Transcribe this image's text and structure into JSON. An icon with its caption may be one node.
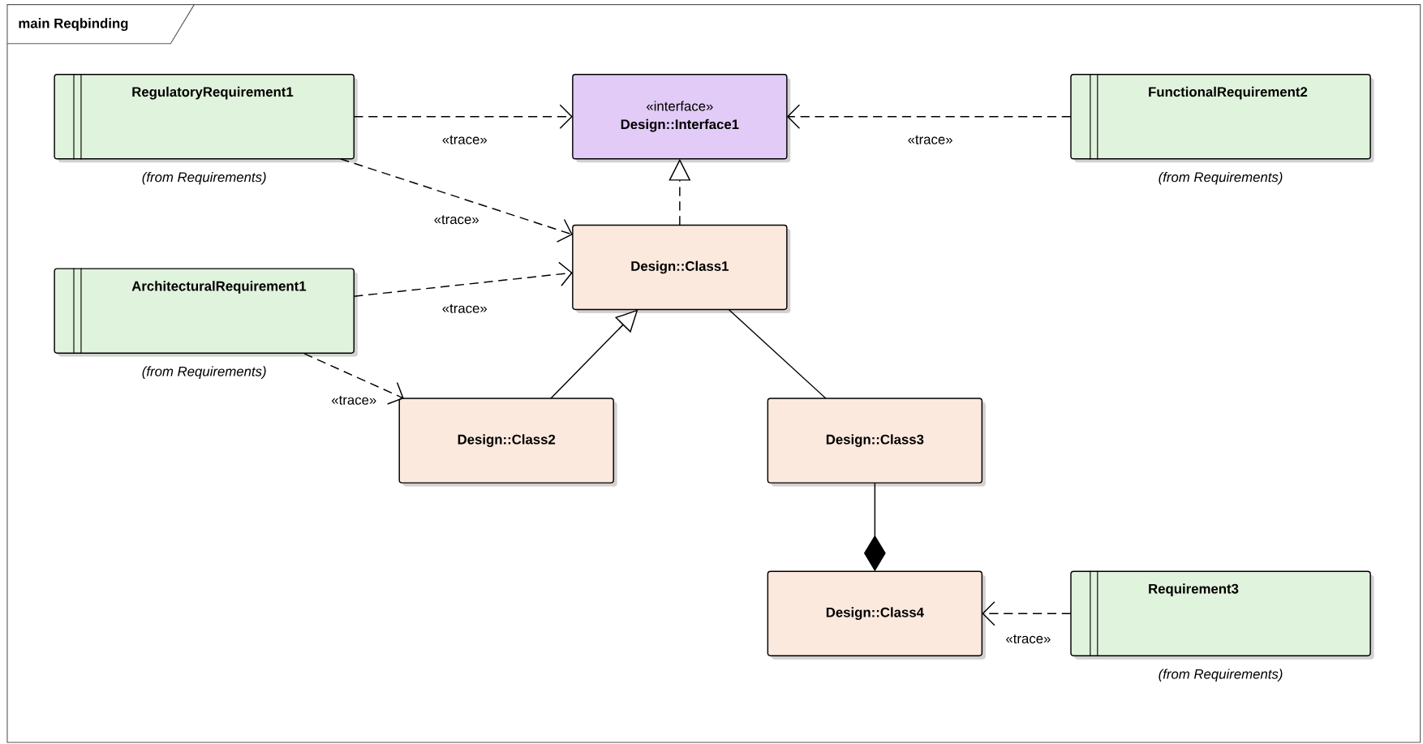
{
  "diagram": {
    "title": "main Reqbinding",
    "nodes": [
      {
        "text": [
          "RegulatoryRequirement1"
        ],
        "beside": [
          "(from Requirements)"
        ]
      },
      {
        "text": [
          "«interface»",
          "Design::Interface1"
        ]
      },
      {
        "text": [
          "FunctionalRequirement2"
        ],
        "beside": [
          "(from Requirements)"
        ]
      },
      {
        "text": [
          "Design::Class1"
        ]
      },
      {
        "text": [
          "ArchitecturalRequirement1"
        ],
        "beside": [
          "(from Requirements)"
        ]
      },
      {
        "text": [
          "Design::Class2"
        ]
      },
      {
        "text": [
          "Design::Class3"
        ]
      },
      {
        "text": [
          "Design::Class4"
        ]
      },
      {
        "text": [
          "Requirement3"
        ],
        "beside": [
          "(from Requirements)"
        ]
      }
    ],
    "edges": [
      {
        "from": 0,
        "to": 1,
        "arrow": "to",
        "label": "«trace»",
        "style": "dashed"
      },
      {
        "from": 2,
        "to": 1,
        "arrow": "to",
        "label": "«trace»",
        "style": "dashed"
      },
      {
        "from": 0,
        "to": 3,
        "arrow": "to",
        "label": "«trace»",
        "style": "dashed"
      },
      {
        "from": 4,
        "to": 3,
        "arrow": "to",
        "label": "«trace»",
        "style": "dashed"
      },
      {
        "from": 4,
        "to": 5,
        "arrow": "to",
        "label": "«trace»",
        "style": "dashed"
      },
      {
        "from": 3,
        "to": 1,
        "arrow": "to",
        "style": "dashed"
      },
      {
        "from": 5,
        "to": 3,
        "arrow": "to"
      },
      {
        "from": 3,
        "to": 6,
        "arrow": "none"
      },
      {
        "from": 6,
        "to": 7,
        "arrow": "other"
      },
      {
        "from": 8,
        "to": 7,
        "arrow": "to",
        "label": "«trace»",
        "style": "dashed"
      }
    ]
  }
}
